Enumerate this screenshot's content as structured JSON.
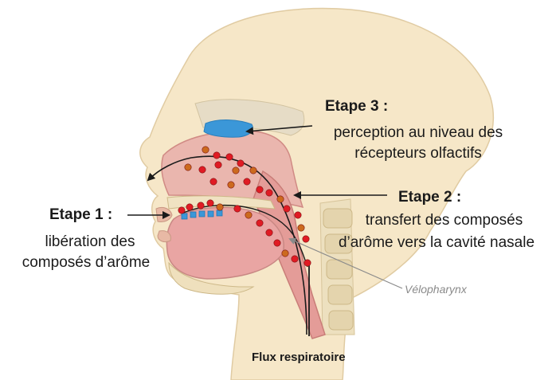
{
  "step3": {
    "title": "Etape 3 :",
    "line1": "perception au niveau des",
    "line2": "récepteurs olfactifs"
  },
  "step2": {
    "title": "Etape 2 :",
    "line1": "transfert des composés",
    "line2": "d’arôme vers la cavité nasale"
  },
  "step1": {
    "title": "Etape 1 :",
    "line1": "libération des",
    "line2": "composés d’arôme"
  },
  "velopharynx": "Vélopharynx",
  "airflow": "Flux respiratoire",
  "colors": {
    "aroma_red": "#e01b24",
    "aroma_orange": "#cc6a1e",
    "olfactory_blue": "#3b97d8",
    "tissue_pink": "#e7a4a0",
    "skin": "#f6e7c8"
  }
}
